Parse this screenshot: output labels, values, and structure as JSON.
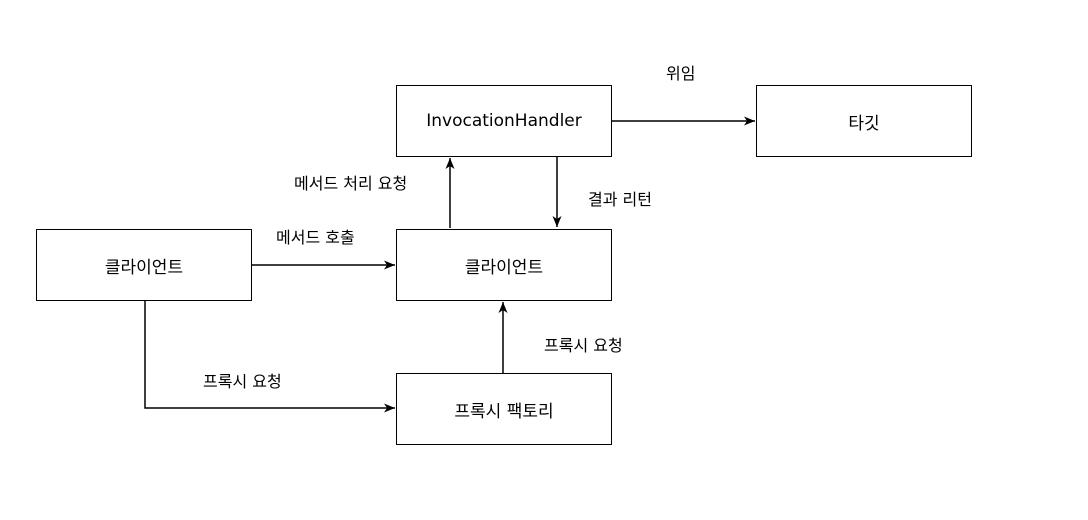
{
  "nodes": {
    "client_left": "클라이언트",
    "proxy_factory": "프록시 팩토리",
    "client_proxy": "클라이언트",
    "invocation_handler": "InvocationHandler",
    "target": "타깃"
  },
  "edges": {
    "client_to_factory": "프록시 요청",
    "factory_to_proxy": "프록시 요청",
    "client_to_proxy": "메서드 호출",
    "proxy_to_handler": "메서드 처리 요청",
    "handler_to_proxy": "결과 리턴",
    "handler_to_target": "위임"
  },
  "colors": {
    "stroke": "#000000",
    "background": "#ffffff"
  }
}
